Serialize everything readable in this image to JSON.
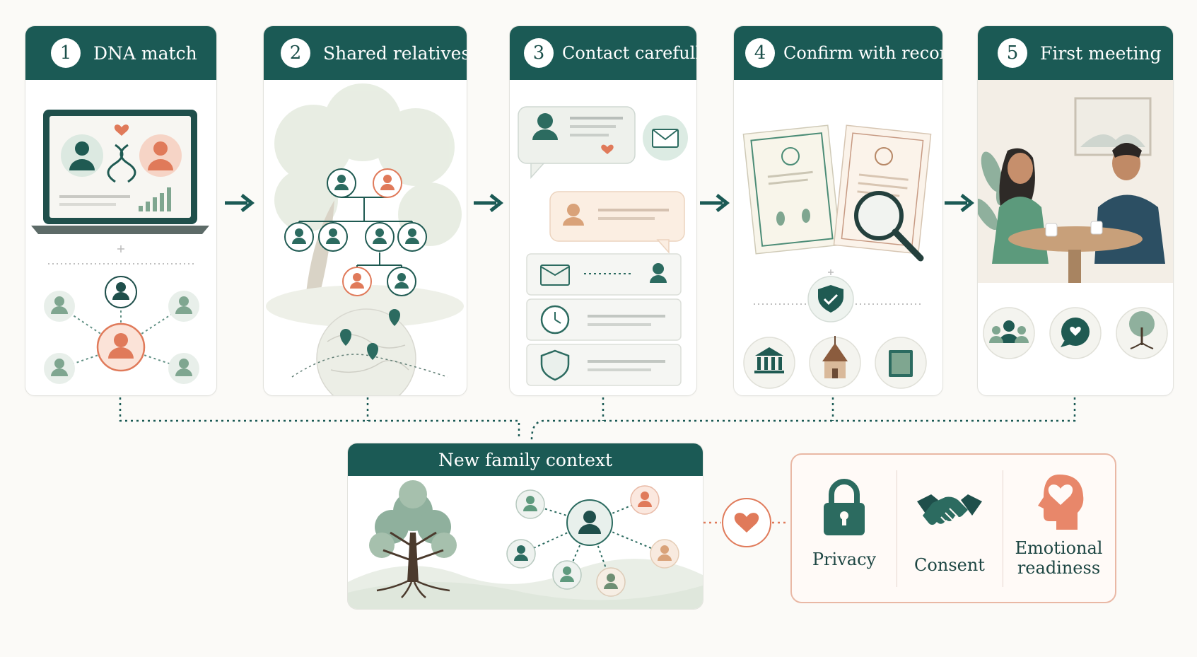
{
  "steps": [
    {
      "number": "1",
      "title": "DNA match"
    },
    {
      "number": "2",
      "title": "Shared relatives"
    },
    {
      "number": "3",
      "title": "Contact carefully"
    },
    {
      "number": "4",
      "title": "Confirm with records"
    },
    {
      "number": "5",
      "title": "First meeting"
    }
  ],
  "context": {
    "title": "New family context"
  },
  "values": [
    {
      "label": "Privacy",
      "icon": "padlock-icon"
    },
    {
      "label": "Consent",
      "icon": "handshake-icon"
    },
    {
      "label": "Emotional readiness",
      "icon": "head-heart-icon"
    }
  ],
  "colors": {
    "teal": "#1b5a55",
    "coral": "#e07a5a",
    "sage": "#7fa690",
    "paper": "#fbfaf7"
  }
}
